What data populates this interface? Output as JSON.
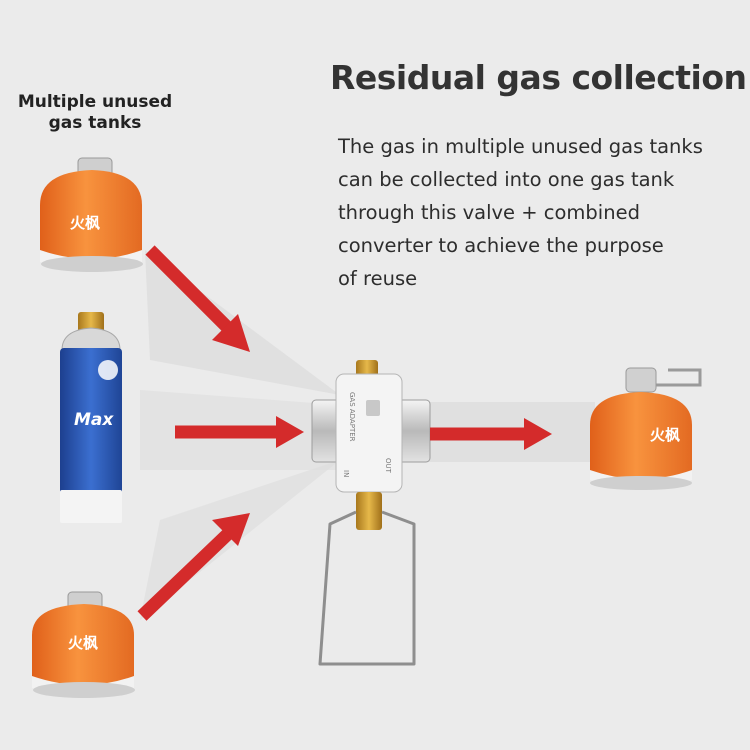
{
  "heading": "Residual gas collection",
  "description": "The gas in multiple unused gas tanks\ncan be collected into one gas tank\nthrough this valve + combined\nconverter to achieve the purpose\nof reuse",
  "left_label": "Multiple unused\ngas tanks",
  "canister_brand": "火枫",
  "blue_can_brand": "Max",
  "adapter_engraving": "GAS ADAPTER",
  "adapter_in": "IN",
  "adapter_out": "OUT",
  "colors": {
    "arrow": "#d42b2b",
    "canister_orange": "#f07a2a",
    "blue_can": "#2a55b8",
    "background": "#ebebeb"
  }
}
